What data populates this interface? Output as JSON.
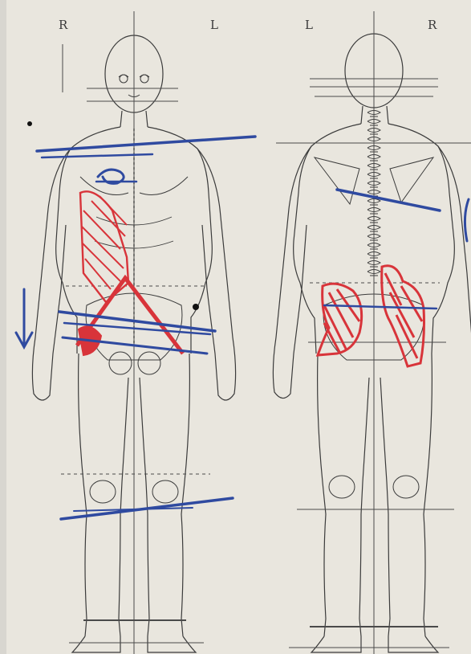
{
  "labels": {
    "front_right": "R",
    "front_left": "L",
    "back_left": "L",
    "back_right": "R"
  },
  "colors": {
    "paper": "#e9e6de",
    "ink": "#3b3b3b",
    "blue_marker": "#2f4aa0",
    "red_marker": "#d8343a"
  }
}
